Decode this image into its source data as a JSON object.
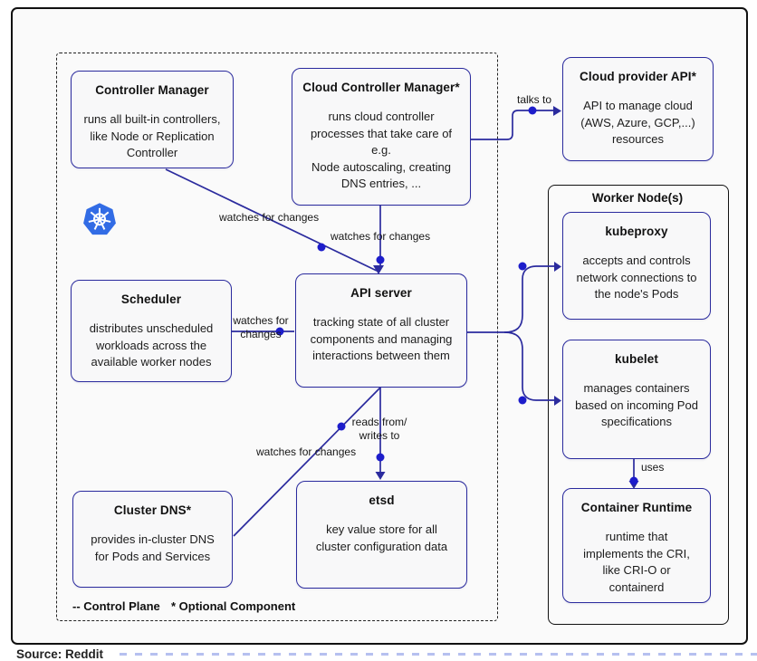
{
  "colors": {
    "line": "#2b2b9e",
    "dot": "#1d1dcb",
    "k8s_blue": "#326ce5"
  },
  "worker": {
    "title": "Worker Node(s)",
    "kubeproxy": {
      "title": "kubeproxy",
      "body": "accepts and controls\nnetwork connections to\nthe node's Pods"
    },
    "kubelet": {
      "title": "kubelet",
      "body": "manages containers\nbased on incoming Pod\nspecifications"
    },
    "container_runtime": {
      "title": "Container Runtime",
      "body": "runtime that\nimplements the CRI,\nlike CRI-O or\ncontainerd"
    }
  },
  "cluster": {
    "controller_manager": {
      "title": "Controller Manager",
      "body": "runs all built-in controllers,\nlike Node or Replication\nController"
    },
    "cloud_controller_manager": {
      "title": "Cloud Controller Manager*",
      "body": "runs cloud controller\nprocesses that take care of\ne.g.\nNode autoscaling, creating\nDNS entries, ..."
    },
    "cloud_provider_api": {
      "title": "Cloud provider API*",
      "body": "API to manage cloud\n(AWS, Azure, GCP,...)\nresources"
    },
    "scheduler": {
      "title": "Scheduler",
      "body": "distributes unscheduled\nworkloads across the\navailable worker nodes"
    },
    "api_server": {
      "title": "API server",
      "body": "tracking state of all cluster\ncomponents and managing\ninteractions between them"
    },
    "cluster_dns": {
      "title": "Cluster DNS*",
      "body": "provides in-cluster DNS\nfor Pods and Services"
    },
    "etsd": {
      "title": "etsd",
      "body": "key value store for all\ncluster configuration data"
    }
  },
  "edge_labels": {
    "cm_watches": "watches for changes",
    "ccm_watches": "watches for changes",
    "talks_to": "talks to",
    "scheduler_watches": "watches for\nchanges",
    "reads_writes": "reads from/\nwrites to",
    "dns_watches": "watches for changes",
    "uses": "uses"
  },
  "legend": {
    "control_plane": "-- Control Plane",
    "optional_component": "* Optional Component"
  },
  "footer": {
    "source_note": "Source: Reddit"
  }
}
